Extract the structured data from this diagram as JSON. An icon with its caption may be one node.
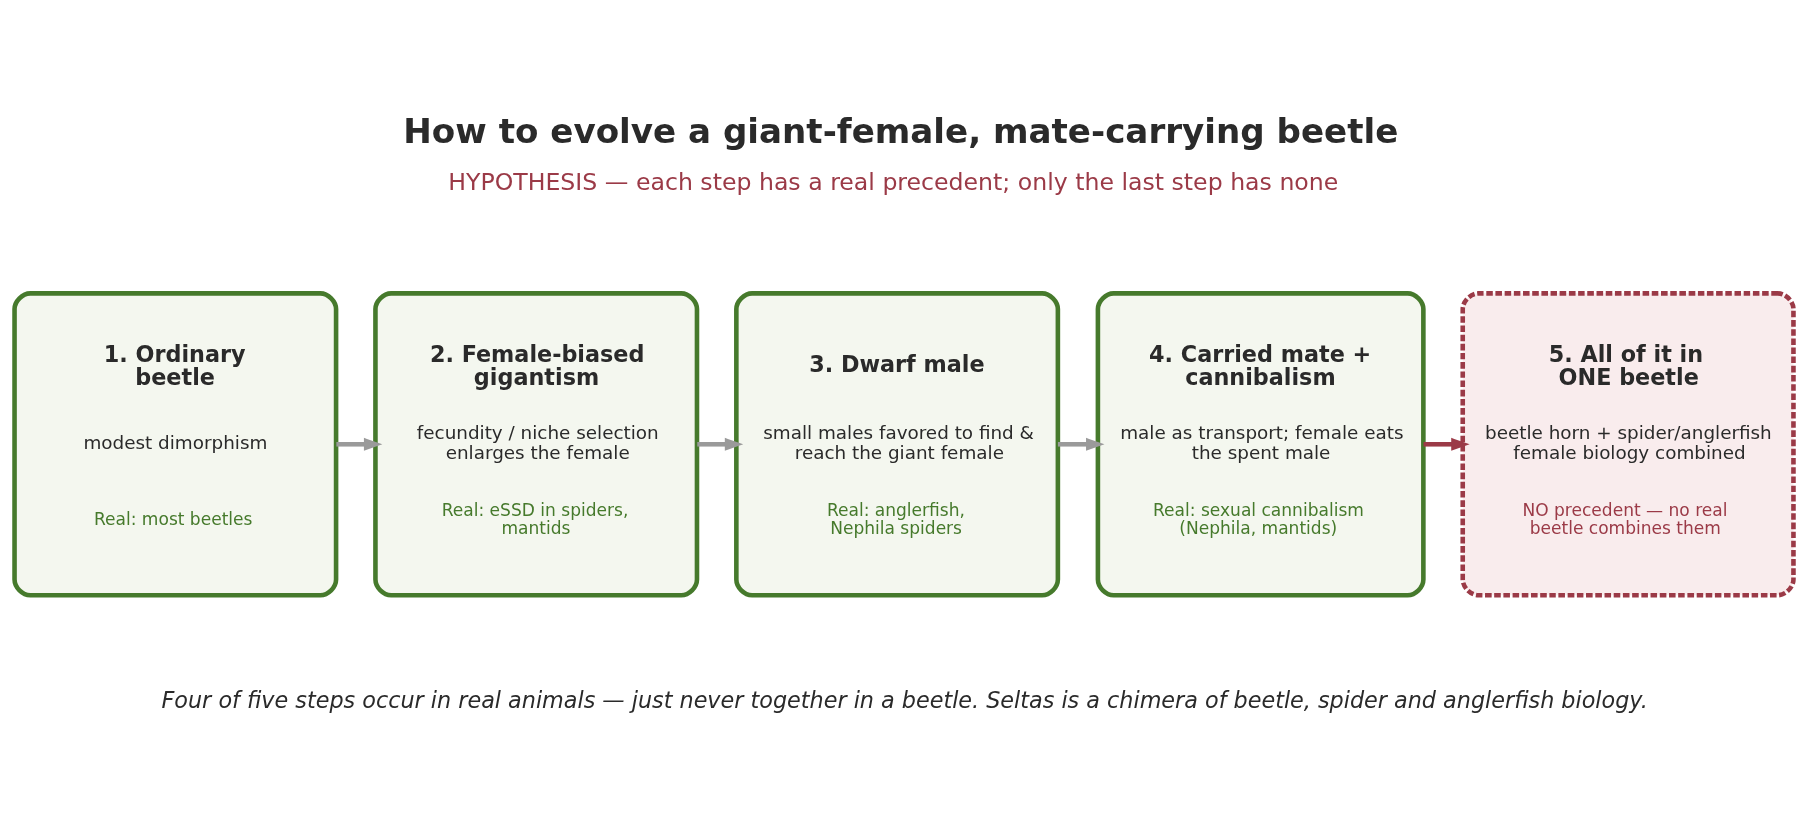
{
  "diagram": {
    "title": "How to evolve a giant-female, mate-carrying beetle",
    "caption": "Four of five steps occur in real animals — just never together in a beetle. Seltas is a chimera of beetle, spider and anglerfish biology.",
    "nodes": [
      {
        "text": [
          "1. Ordinary beetle",
          "modest dimorphism",
          "Real: most beetles"
        ]
      },
      {
        "text": [
          "2. Female-biased gigantism",
          "fecundity / niche selection enlarges the female",
          "Real: eSSD in spiders, mantids"
        ]
      },
      {
        "text": [
          "3. Dwarf male",
          "small males favored to find & reach the giant female",
          "Real: anglerfish, Nephila spiders"
        ]
      },
      {
        "text": [
          "4. Carried mate + cannibalism",
          "male as transport; female eats the spent male",
          "Real: sexual cannibalism (Nephila, mantids)"
        ]
      },
      {
        "text": [
          "5. All of it in ONE beetle",
          "beetle horn + spider/anglerfish female biology combined",
          "NO precedent — no real beetle combines them"
        ]
      }
    ],
    "edges": [
      {
        "from": 0,
        "to": 1,
        "arrow": "to"
      },
      {
        "from": 1,
        "to": 2,
        "arrow": "to"
      },
      {
        "from": 2,
        "to": 3,
        "arrow": "to"
      },
      {
        "from": 3,
        "to": 4,
        "arrow": "to",
        "color": "#9b3a47"
      }
    ],
    "labels": [
      "HYPOTHESIS — each step has a real precedent; only the last step has none"
    ]
  }
}
